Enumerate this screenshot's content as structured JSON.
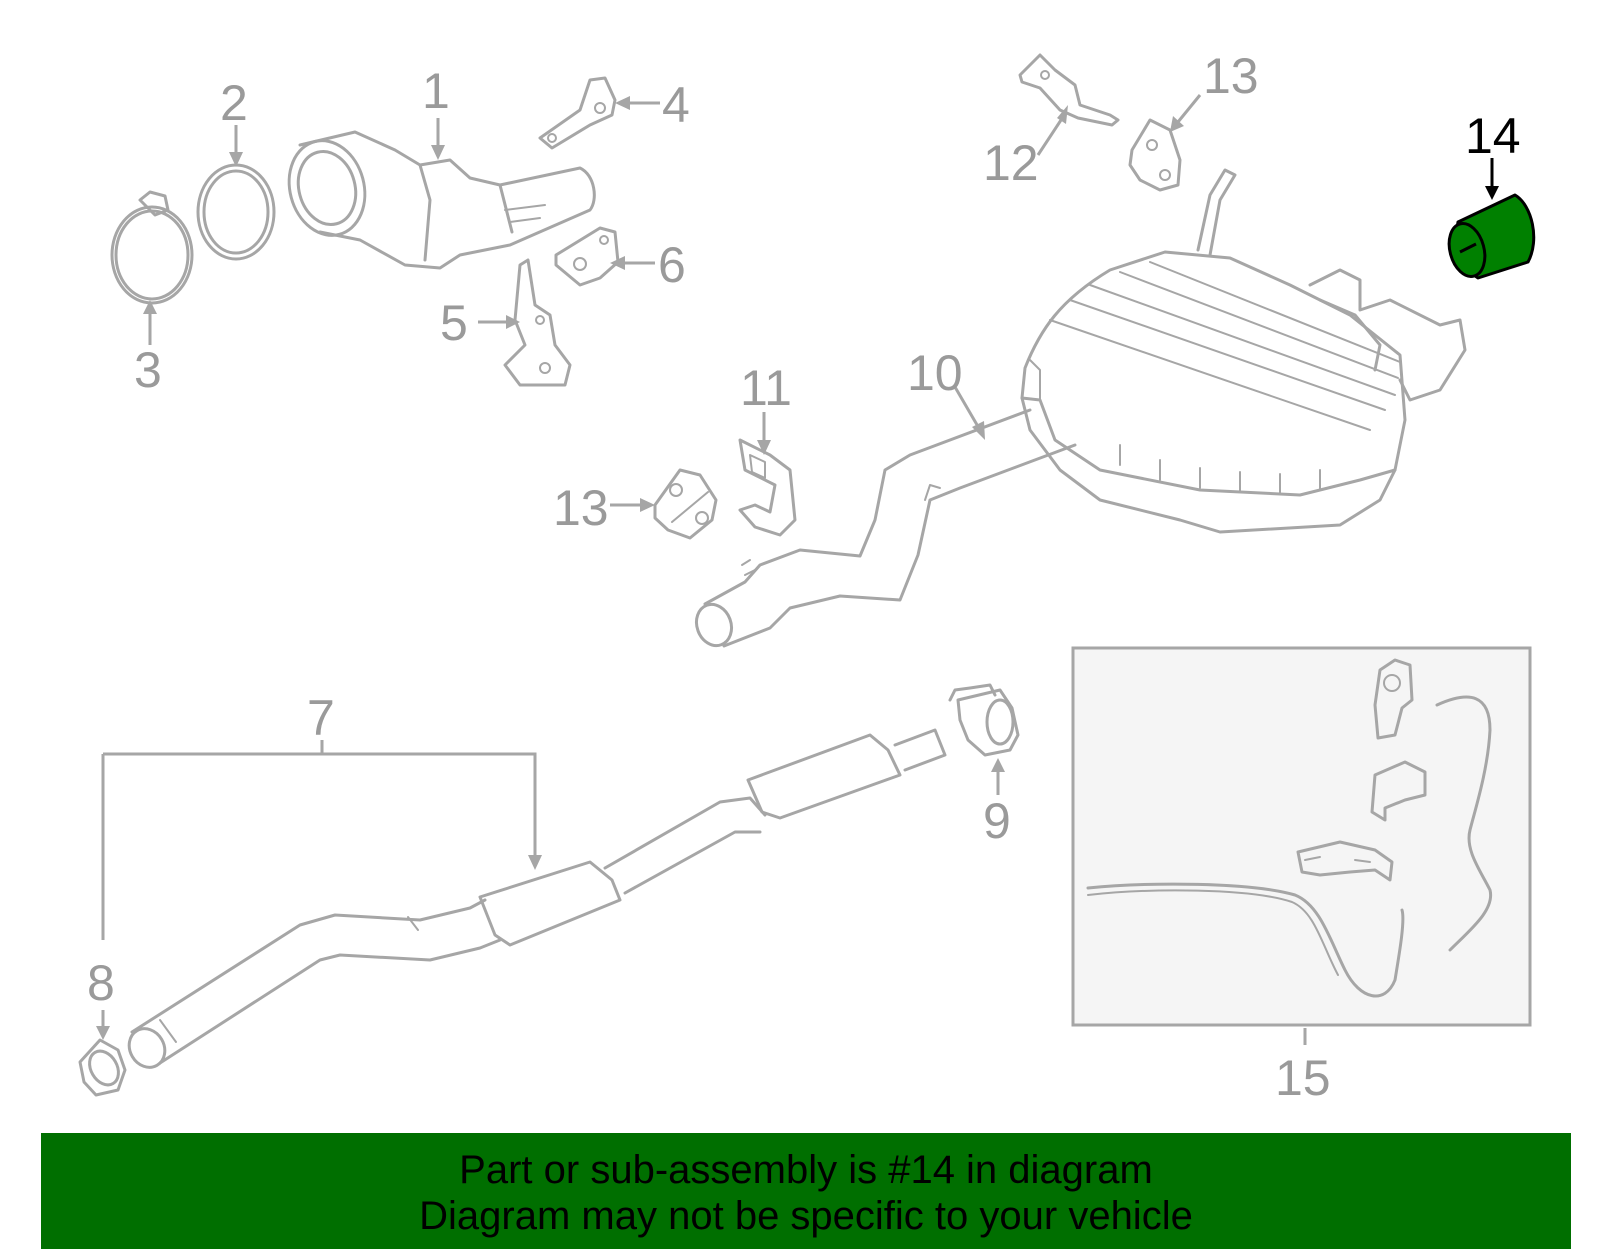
{
  "colors": {
    "part_outline": "#a6a6a6",
    "label_text": "#9a9a9a",
    "highlight_fill": "#008000",
    "highlight_outline": "#000000",
    "banner_bg": "#006f00",
    "banner_text": "#000000",
    "inset_bg": "#f5f5f5"
  },
  "callouts": {
    "c1": "1",
    "c2": "2",
    "c3": "3",
    "c4": "4",
    "c5": "5",
    "c6": "6",
    "c7": "7",
    "c8": "8",
    "c9": "9",
    "c10": "10",
    "c11": "11",
    "c12": "12",
    "c13a": "13",
    "c13b": "13",
    "c14": "14",
    "c15": "15"
  },
  "highlighted_part": "14",
  "banner": {
    "line1": "Part or sub-assembly is #14 in diagram",
    "line2": "Diagram may not be specific to your vehicle"
  }
}
